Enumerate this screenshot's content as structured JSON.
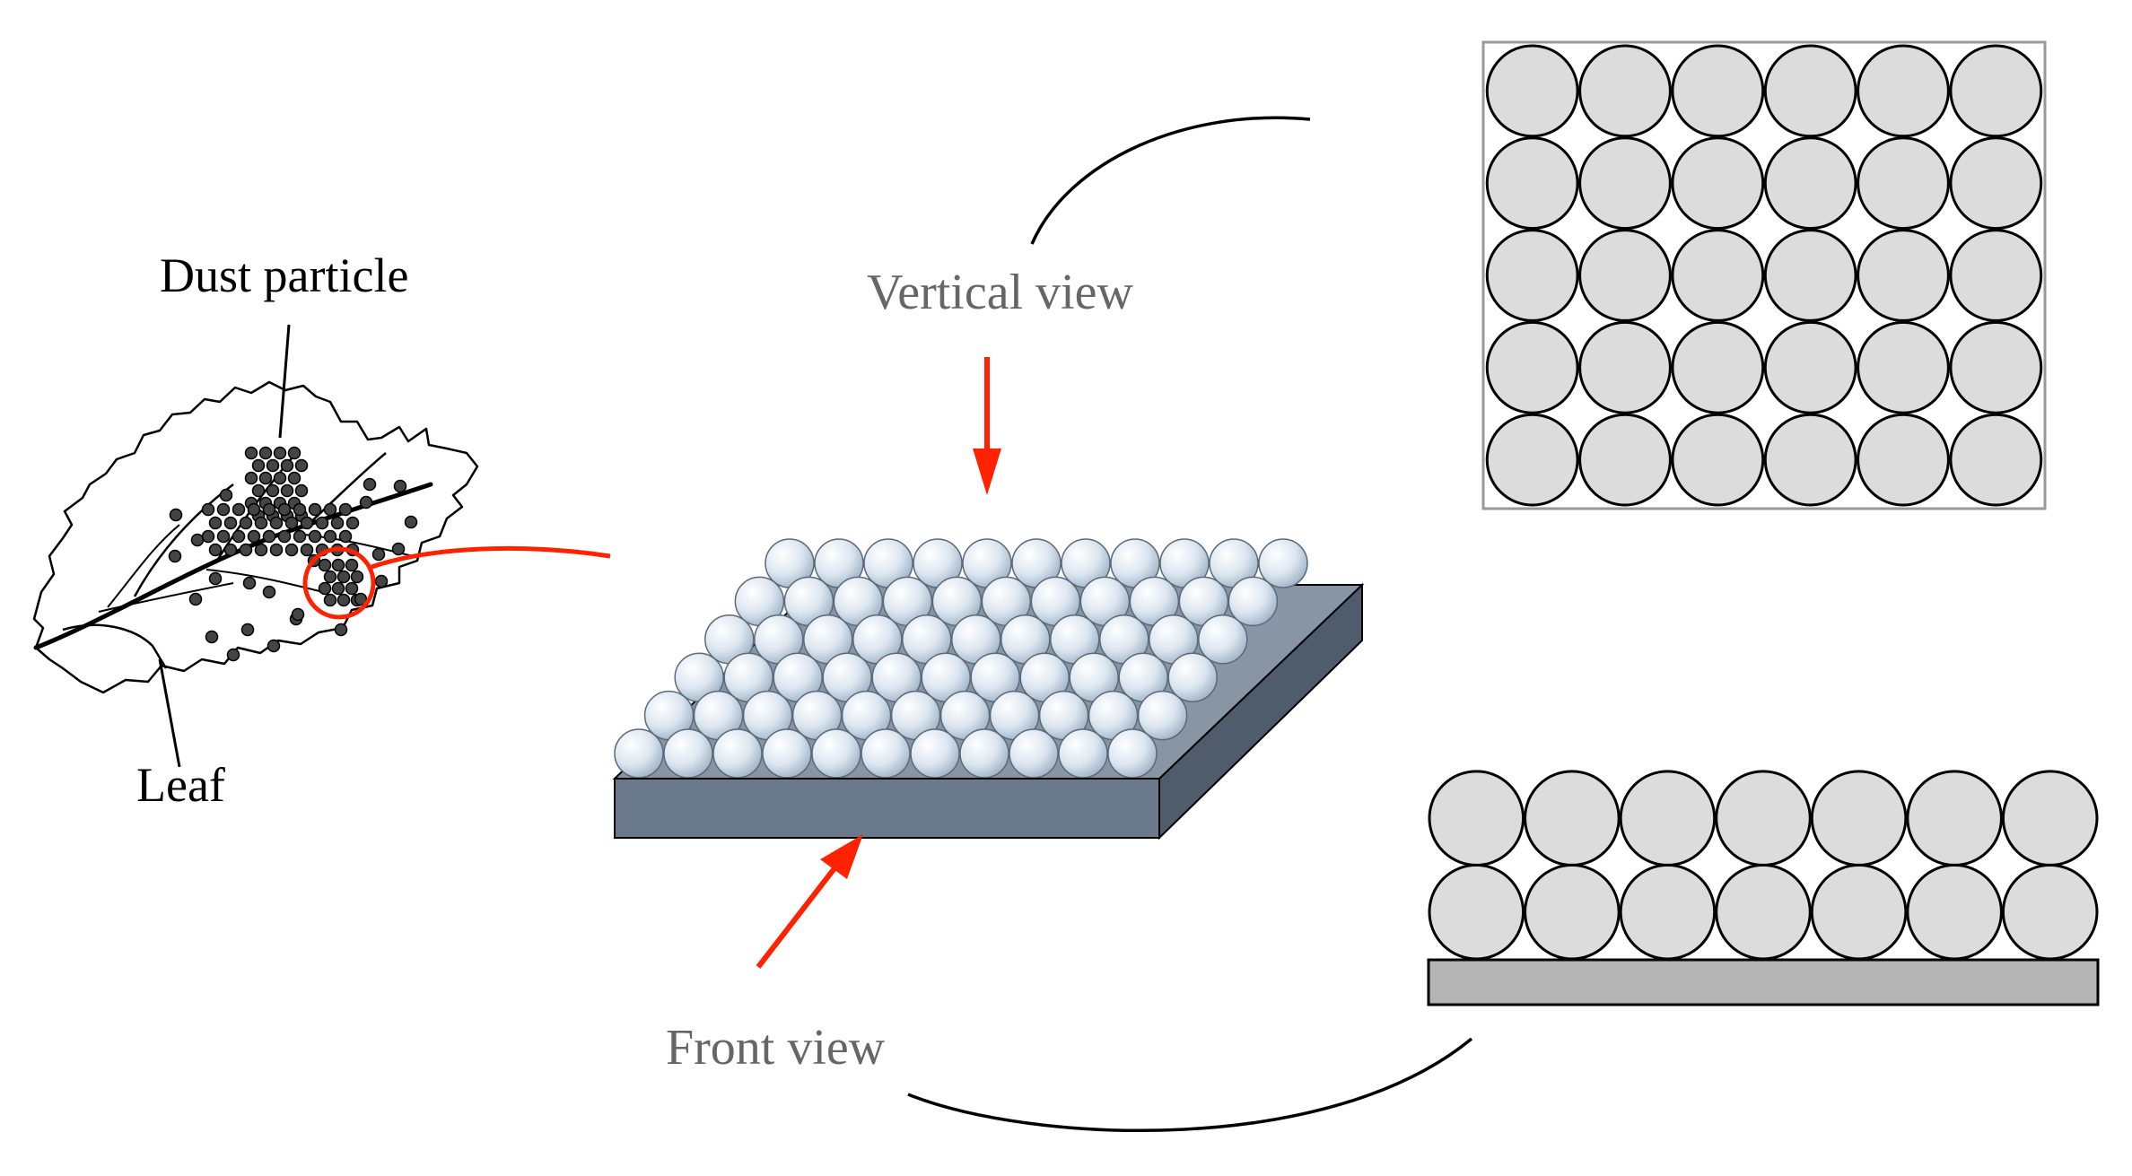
{
  "labels": {
    "dust_particle": "Dust particle",
    "leaf": "Leaf",
    "vertical_view": "Vertical view",
    "front_view": "Front view"
  },
  "grids": {
    "top_view": {
      "rows": 5,
      "cols": 6
    },
    "front_view": {
      "rows": 2,
      "cols": 7
    },
    "block": {
      "rows": 6,
      "cols": 11
    }
  },
  "colors": {
    "arrow": "#ff2200",
    "sphere_fill": "#dcdcdc",
    "substrate_front": "#6a7a8c",
    "substrate_side": "#4e5c6b",
    "substrate_top": "#8795a5",
    "plate": "#b4b4b4",
    "frame": "#999999"
  }
}
